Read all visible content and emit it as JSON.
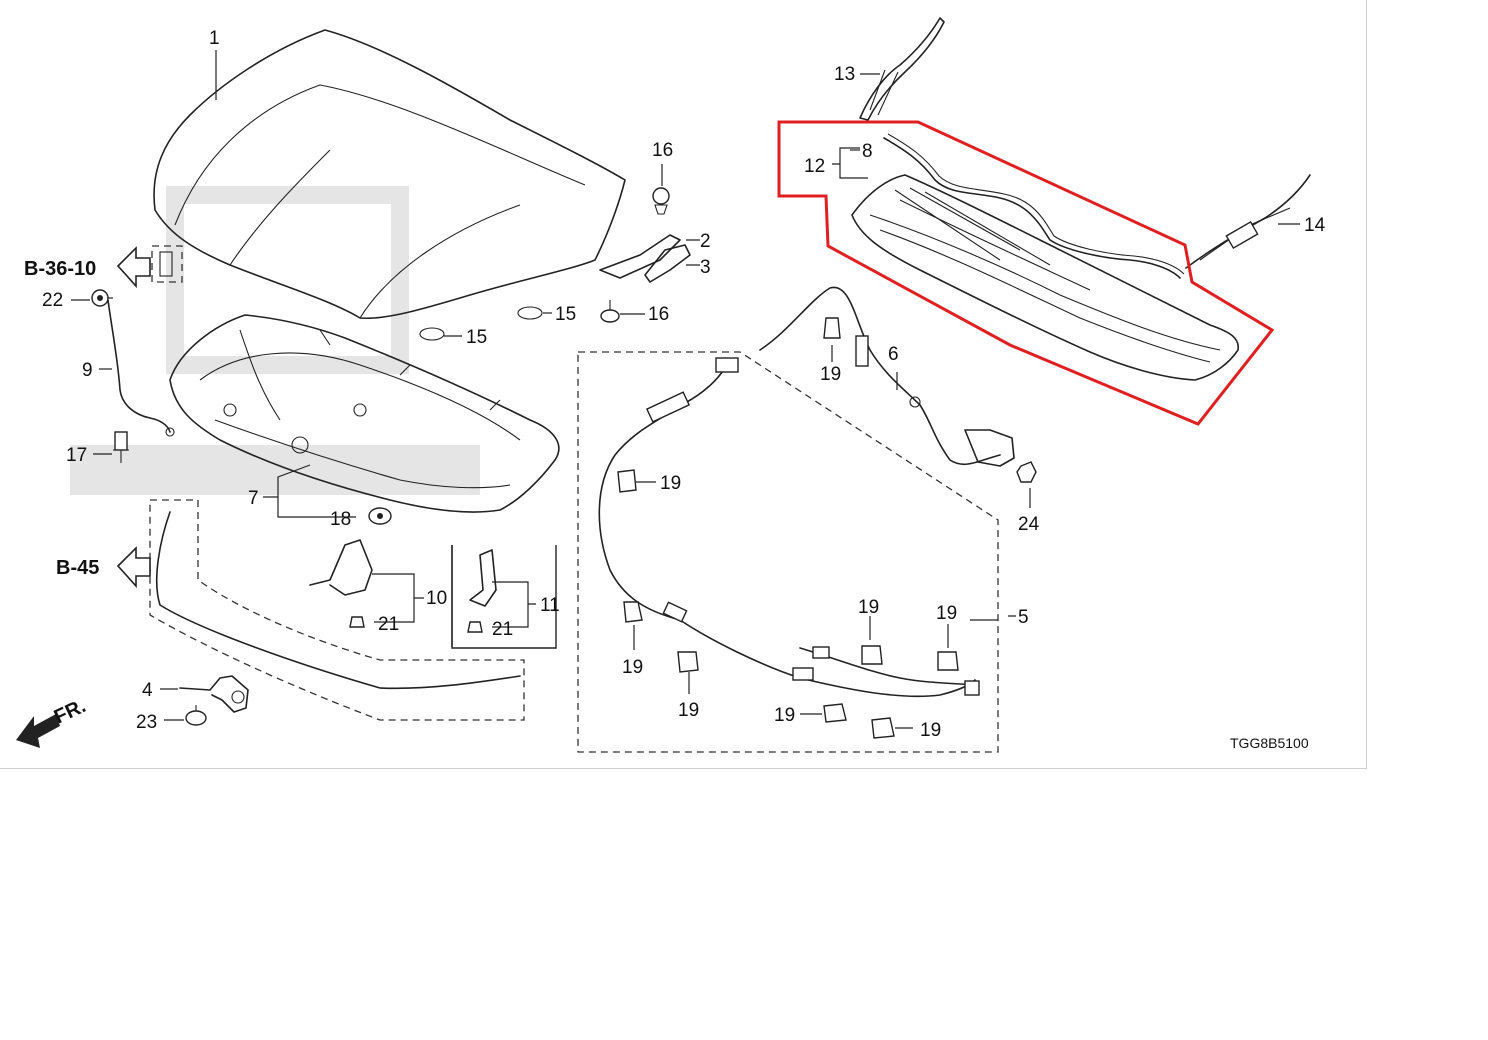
{
  "diagram": {
    "code": "TGG8B5100",
    "direction_label": "FR.",
    "refs": {
      "ref_b3610": "B-36-10",
      "ref_b45": "B-45"
    },
    "labels": {
      "l1": "1",
      "l2": "2",
      "l3": "3",
      "l4": "4",
      "l5": "5",
      "l6": "6",
      "l7": "7",
      "l8": "8",
      "l9": "9",
      "l10": "10",
      "l11": "11",
      "l12": "12",
      "l13": "13",
      "l14": "14",
      "l15a": "15",
      "l15b": "15",
      "l16a": "16",
      "l16b": "16",
      "l17": "17",
      "l18": "18",
      "l19a": "19",
      "l19b": "19",
      "l19c": "19",
      "l19d": "19",
      "l19e": "19",
      "l19f": "19",
      "l19g": "19",
      "l19h": "19",
      "l21a": "21",
      "l21b": "21",
      "l22": "22",
      "l23": "23",
      "l24": "24"
    },
    "highlight_color": "#e02020",
    "highlighted_parts": [
      "8",
      "12"
    ]
  }
}
